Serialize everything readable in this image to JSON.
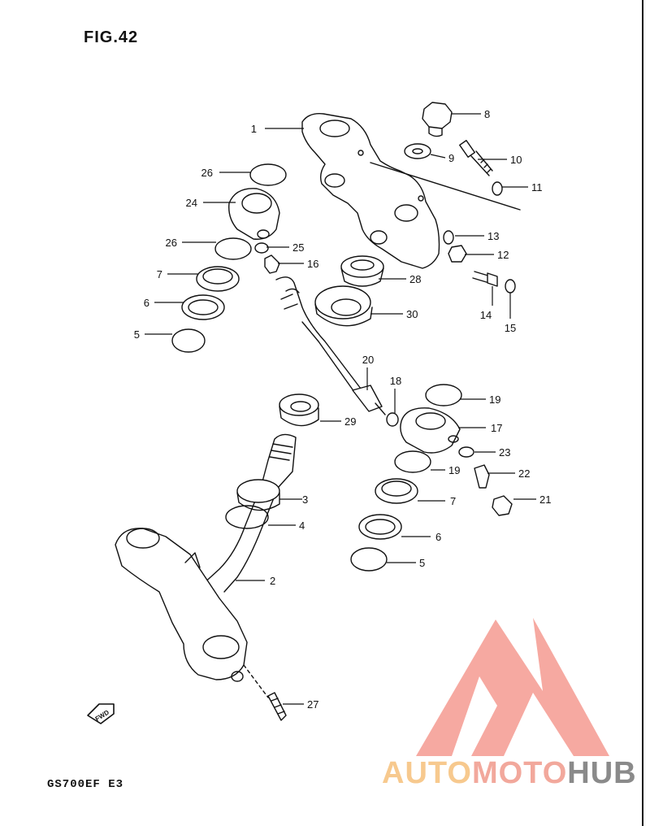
{
  "figure": {
    "title": "FIG.42",
    "model_code": "GS700EF  E3"
  },
  "fwd_label": "FWD",
  "watermark": {
    "part_a": "AUTO",
    "part_b": "MOTO",
    "part_c": "HUB",
    "colors": {
      "orange": "#f7c98e",
      "salmon": "#f2a89c",
      "gray": "#8a8a8a",
      "logo": "#f49a90"
    }
  },
  "callouts": [
    {
      "id": "1",
      "text": "1"
    },
    {
      "id": "2",
      "text": "2"
    },
    {
      "id": "3",
      "text": "3"
    },
    {
      "id": "4",
      "text": "4"
    },
    {
      "id": "5a",
      "text": "5"
    },
    {
      "id": "5b",
      "text": "5"
    },
    {
      "id": "6a",
      "text": "6"
    },
    {
      "id": "6b",
      "text": "6"
    },
    {
      "id": "7a",
      "text": "7"
    },
    {
      "id": "7b",
      "text": "7"
    },
    {
      "id": "8",
      "text": "8"
    },
    {
      "id": "9",
      "text": "9"
    },
    {
      "id": "10",
      "text": "10"
    },
    {
      "id": "11",
      "text": "11"
    },
    {
      "id": "12",
      "text": "12"
    },
    {
      "id": "13",
      "text": "13"
    },
    {
      "id": "14",
      "text": "14"
    },
    {
      "id": "15",
      "text": "15"
    },
    {
      "id": "16",
      "text": "16"
    },
    {
      "id": "17",
      "text": "17"
    },
    {
      "id": "18",
      "text": "18"
    },
    {
      "id": "19a",
      "text": "19"
    },
    {
      "id": "19b",
      "text": "19"
    },
    {
      "id": "20",
      "text": "20"
    },
    {
      "id": "21",
      "text": "21"
    },
    {
      "id": "22",
      "text": "22"
    },
    {
      "id": "23",
      "text": "23"
    },
    {
      "id": "24",
      "text": "24"
    },
    {
      "id": "25",
      "text": "25"
    },
    {
      "id": "26a",
      "text": "26"
    },
    {
      "id": "26b",
      "text": "26"
    },
    {
      "id": "27",
      "text": "27"
    },
    {
      "id": "28",
      "text": "28"
    },
    {
      "id": "29",
      "text": "29"
    },
    {
      "id": "30",
      "text": "30"
    }
  ]
}
